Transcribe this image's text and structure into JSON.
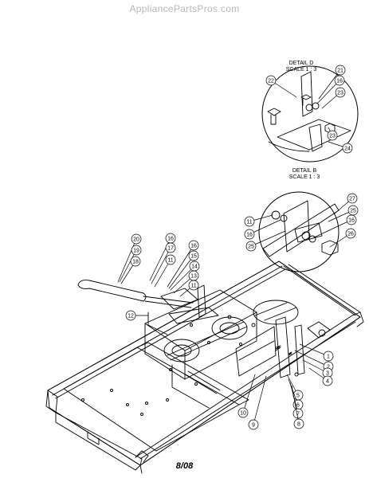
{
  "watermark": "AppliancePartsPros.com",
  "footer": "8/08",
  "detail_d": {
    "title": "DETAIL D",
    "scale": "SCALE 1 : 3",
    "callouts": [
      "21",
      "16",
      "22",
      "23",
      "23",
      "24"
    ]
  },
  "detail_b": {
    "title": "DETAIL B",
    "scale": "SCALE 1 : 3",
    "callouts": [
      "27",
      "25",
      "11",
      "16",
      "16",
      "25",
      "26"
    ]
  },
  "main_callouts": [
    "20",
    "16",
    "19",
    "17",
    "18",
    "11",
    "16",
    "15",
    "14",
    "13",
    "11",
    "12",
    "1",
    "2",
    "3",
    "4",
    "5",
    "6",
    "7",
    "8",
    "9",
    "10"
  ],
  "colors": {
    "line": "#000000",
    "watermark": "#b8b8b8",
    "background": "#ffffff"
  }
}
